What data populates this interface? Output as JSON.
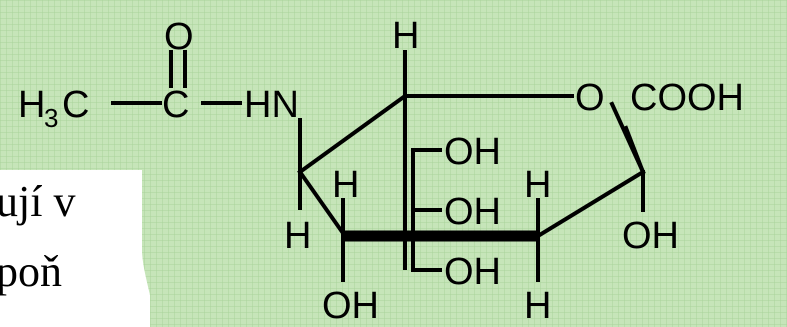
{
  "slide_text": {
    "line_1": "ují v",
    "line_2": "poň"
  },
  "molecule": {
    "panel_color": "#c6e5b9",
    "labels": {
      "carbonyl_oxygen": "O",
      "methyl_h": "H",
      "methyl_subscript": "3",
      "methyl_c": "C",
      "acetyl_carbon": "C",
      "amide_nh": "HN",
      "top_h": "H",
      "ring_oxygen": "O",
      "carboxyl": "COOH",
      "hydroxyl_1": "OH",
      "hydroxyl_2": "OH",
      "hydroxyl_3": "OH",
      "left_h_upper": "H",
      "left_h_lower": "H",
      "right_h_upper": "H",
      "right_h_lower": "H",
      "bottom_hydroxyl": "OH",
      "anomeric_hydroxyl": "OH"
    }
  }
}
